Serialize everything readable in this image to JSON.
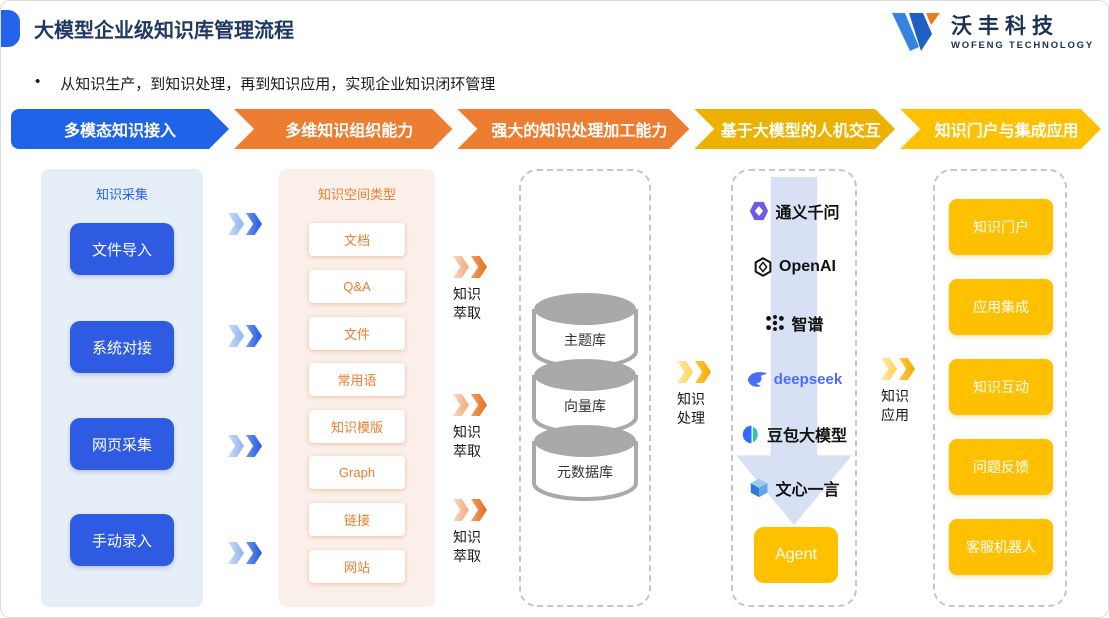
{
  "header": {
    "title": "大模型企业级知识库管理流程",
    "bullet_marker": "•",
    "bullet": "从知识生产，到知识处理，再到知识应用，实现企业知识闭环管理",
    "logo": {
      "name": "沃丰科技",
      "subtitle": "WOFENG TECHNOLOGY"
    }
  },
  "banner": {
    "stages": [
      {
        "label": "多模态知识接入",
        "color": "#1F63E8"
      },
      {
        "label": "多维知识组织能力",
        "color": "#ED7D31"
      },
      {
        "label": "强大的知识处理加工能力",
        "color": "#ED7D31"
      },
      {
        "label": "基于大模型的人机交互",
        "color": "#EDB100"
      },
      {
        "label": "知识门户与集成应用",
        "color": "#FFC000"
      }
    ]
  },
  "collection": {
    "title": "知识采集",
    "items": [
      {
        "label": "文件导入"
      },
      {
        "label": "系统对接"
      },
      {
        "label": "网页采集"
      },
      {
        "label": "手动录入"
      }
    ]
  },
  "space": {
    "title": "知识空间类型",
    "items": [
      {
        "label": "文档"
      },
      {
        "label": "Q&A"
      },
      {
        "label": "文件"
      },
      {
        "label": "常用语"
      },
      {
        "label": "知识模版"
      },
      {
        "label": "Graph"
      },
      {
        "label": "链接"
      },
      {
        "label": "网站"
      }
    ]
  },
  "flow": {
    "extract": {
      "line1": "知识",
      "line2": "萃取"
    },
    "process": {
      "line1": "知识",
      "line2": "处理"
    },
    "apply": {
      "line1": "知识",
      "line2": "应用"
    }
  },
  "databases": {
    "items": [
      {
        "label": "主题库"
      },
      {
        "label": "向量库"
      },
      {
        "label": "元数据库"
      }
    ]
  },
  "models": {
    "items": [
      {
        "name": "通义千问"
      },
      {
        "name": "OpenAI"
      },
      {
        "name": "智谱"
      },
      {
        "name": "deepseek"
      },
      {
        "name": "豆包大模型"
      },
      {
        "name": "文心一言"
      }
    ],
    "agent_label": "Agent"
  },
  "applications": {
    "items": [
      {
        "label": "知识门户"
      },
      {
        "label": "应用集成"
      },
      {
        "label": "知识互动"
      },
      {
        "label": "问题反馈"
      },
      {
        "label": "客服机器人"
      }
    ]
  },
  "colors": {
    "accent_blue": "#1F63E8",
    "button_blue": "#2E5BE2",
    "orange": "#ED7D31",
    "amber": "#EDB100",
    "yellow": "#FFC000",
    "navy": "#1F3864",
    "deepseek_blue": "#4D6BFE",
    "panel_blue_bg": "#E6EEF7",
    "panel_peach_bg": "#FBEFE9",
    "arrow_band": "#D8E1F3"
  }
}
